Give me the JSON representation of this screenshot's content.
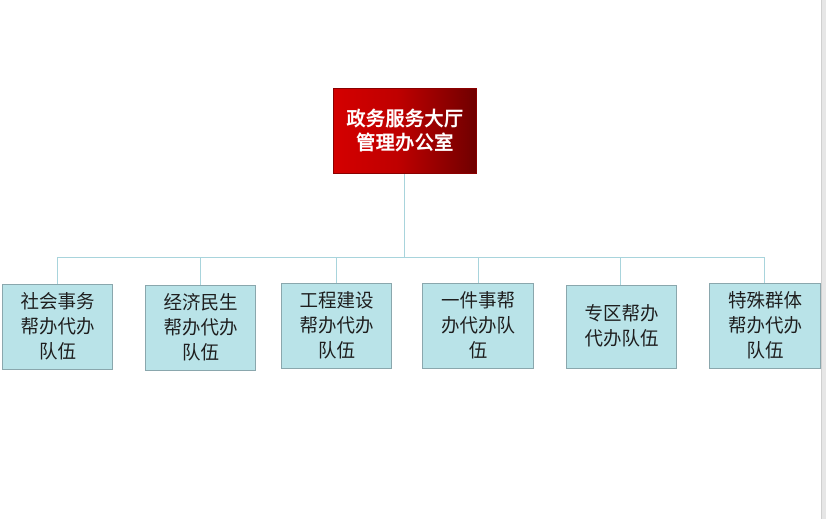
{
  "diagram": {
    "root": {
      "label": "政务服务大厅\n管理办公室"
    },
    "children": [
      {
        "label": "社会事务\n帮办代办\n队伍"
      },
      {
        "label": "经济民生\n帮办代办\n队伍"
      },
      {
        "label": "工程建设\n帮办代办\n队伍"
      },
      {
        "label": "一件事帮\n办代办队\n伍"
      },
      {
        "label": "专区帮办\n代办队伍"
      },
      {
        "label": "特殊群体\n帮办代办\n队伍"
      }
    ],
    "colors": {
      "root_fill_start": "#d40000",
      "root_fill_end": "#700000",
      "child_fill": "#b9e3e8",
      "connector": "#a8d4dc"
    }
  }
}
